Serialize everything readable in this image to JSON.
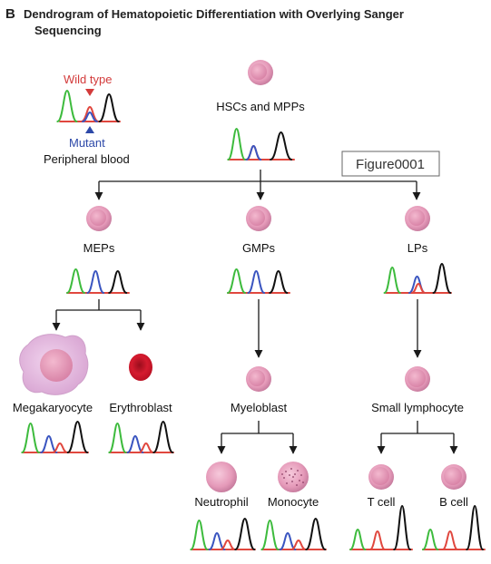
{
  "panel_letter": "B",
  "title_line1": "Dendrogram of Hematopoietic Differentiation with Overlying Sanger",
  "title_line2": "Sequencing",
  "figure_tag": "Figure0001",
  "legend": {
    "wild_type": "Wild type",
    "mutant": "Mutant",
    "source": "Peripheral blood"
  },
  "nodes": {
    "hsc": "HSCs and MPPs",
    "mep": "MEPs",
    "gmp": "GMPs",
    "lp": "LPs",
    "megakaryocyte": "Megakaryocyte",
    "erythroblast": "Erythroblast",
    "myeloblast": "Myeloblast",
    "small_lymphocyte": "Small lymphocyte",
    "neutrophil": "Neutrophil",
    "monocyte": "Monocyte",
    "t_cell": "T cell",
    "b_cell": "B cell"
  },
  "colors": {
    "trace_green": "#3dbb3d",
    "trace_red": "#e0473e",
    "trace_blue": "#3a55c0",
    "trace_black": "#111111",
    "cell_fill": "#e9a7c4",
    "cell_nucleus": "#d98aa9",
    "megakaryocyte_fill": "#e3b6dc",
    "erythroblast_fill": "#d0152a"
  }
}
